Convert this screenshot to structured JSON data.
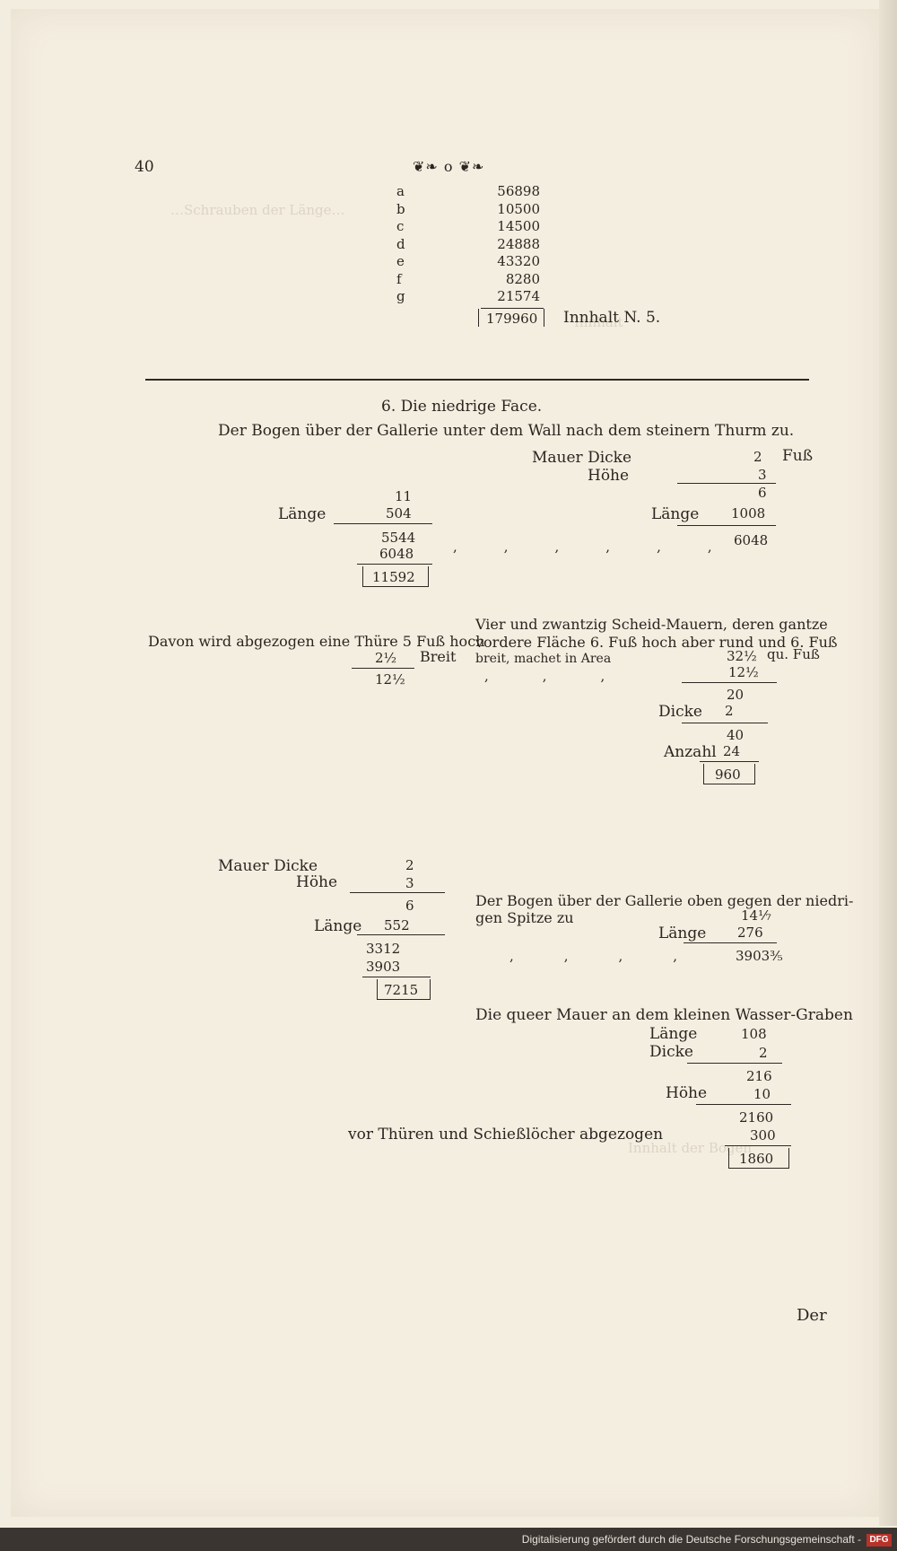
{
  "page_number": "40",
  "ornament": "❦❧ o ❦❧",
  "contents": {
    "rows": [
      {
        "letter": "a",
        "value": "56898"
      },
      {
        "letter": "b",
        "value": "10500"
      },
      {
        "letter": "c",
        "value": "14500"
      },
      {
        "letter": "d",
        "value": "24888"
      },
      {
        "letter": "e",
        "value": "43320"
      },
      {
        "letter": "f",
        "value": "8280"
      },
      {
        "letter": "g",
        "value": "21574"
      }
    ],
    "total": "179960",
    "total_label": "Innhalt N. 5."
  },
  "section6": {
    "heading": "6. Die niedrige Face.",
    "subheading": "Der Bogen über der Gallerie unter dem Wall nach dem steinern Thurm zu.",
    "left_calc": {
      "label": "Länge",
      "a": "11",
      "b": "504",
      "p1": "5544",
      "p2": "6048",
      "result": "11592"
    },
    "right_calc": {
      "mauer_dicke_label": "Mauer Dicke",
      "mauer_dicke_val": "2",
      "unit": "Fuß",
      "hoehe_label": "Höhe",
      "hoehe_val": "3",
      "prod": "6",
      "laenge_label": "Länge",
      "laenge_val": "1008",
      "result": "6048"
    },
    "door": {
      "text": "Davon wird abgezogen eine Thüre 5 Fuß hoch",
      "breit_label": "Breit",
      "breit_val": "2½",
      "result": "12½"
    },
    "scheid": {
      "line1": "Vier und zwantzig Scheid-Mauern, deren gantze",
      "line2": "vordere Fläche 6. Fuß hoch aber rund und 6. Fuß",
      "line3": "breit, machet in Area",
      "v1": "32½",
      "unit": "qu. Fuß",
      "v2": "12½",
      "v3": "20",
      "dicke_label": "Dicke",
      "dicke_val": "2",
      "v4": "40",
      "anzahl_label": "Anzahl",
      "anzahl_val": "24",
      "result": "960"
    },
    "mauer2": {
      "mauer_dicke_label": "Mauer Dicke",
      "mauer_dicke_val": "2",
      "hoehe_label": "Höhe",
      "hoehe_val": "3",
      "prod": "6",
      "laenge_label": "Länge",
      "laenge_val": "552",
      "p1": "3312",
      "p2": "3903",
      "result": "7215"
    },
    "bogen2": {
      "line1": "Der Bogen über der Gallerie oben gegen der niedri-",
      "line2": "gen Spitze zu",
      "v1": "14⅐",
      "laenge_label": "Länge",
      "laenge_val": "276",
      "result": "3903⅗"
    },
    "queer": {
      "heading": "Die queer Mauer an dem kleinen Wasser-Graben",
      "laenge_label": "Länge",
      "laenge_val": "108",
      "dicke_label": "Dicke",
      "dicke_val": "2",
      "v1": "216",
      "hoehe_label": "Höhe",
      "hoehe_val": "10",
      "v2": "2160",
      "abzug_text": "vor Thüren und Schießlöcher abgezogen",
      "abzug_val": "300",
      "result": "1860"
    },
    "catchword": "Der"
  },
  "footer": {
    "text": "Digitalisierung gefördert durch die Deutsche Forschungsgemeinschaft -",
    "logo": "DFG"
  }
}
